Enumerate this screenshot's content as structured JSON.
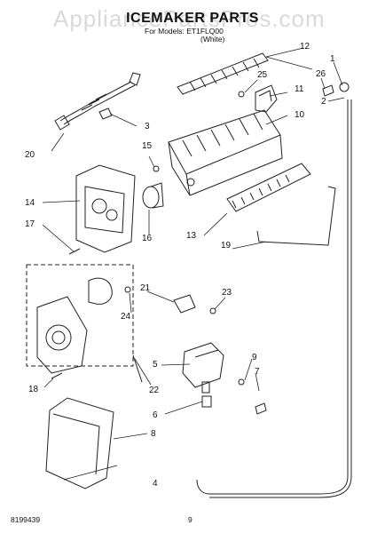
{
  "header": {
    "title": "ICEMAKER PARTS",
    "model_line": "For Models: ET1FL",
    "model_suffix": "Q00",
    "color_line": "(White)",
    "watermark": "AppliancePartsPros.com"
  },
  "callouts": {
    "c1": "1",
    "c2": "2",
    "c3": "3",
    "c4": "4",
    "c5": "5",
    "c6": "6",
    "c7": "7",
    "c8": "8",
    "c9": "9",
    "c10": "10",
    "c11": "11",
    "c12": "12",
    "c13": "13",
    "c14": "14",
    "c15": "15",
    "c16": "16",
    "c17": "17",
    "c18": "18",
    "c19": "19",
    "c20": "20",
    "c21": "21",
    "c22": "22",
    "c23": "23",
    "c24": "24",
    "c25": "25",
    "c26": "26"
  },
  "footer": {
    "doc_number": "8199439",
    "page_number": "9"
  }
}
